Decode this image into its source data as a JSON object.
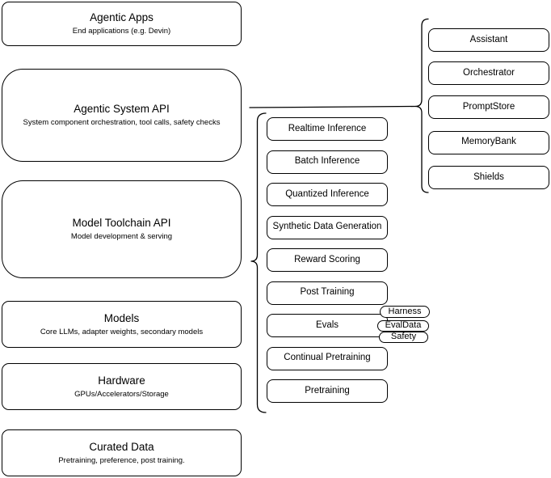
{
  "stack": {
    "layers": [
      {
        "title": "Agentic Apps",
        "subtitle": "End applications (e.g. Devin)"
      },
      {
        "title": "Agentic System API",
        "subtitle": "System component orchestration, tool calls, safety checks"
      },
      {
        "title": "Model Toolchain API",
        "subtitle": "Model development & serving"
      },
      {
        "title": "Models",
        "subtitle": "Core LLMs, adapter weights, secondary models"
      },
      {
        "title": "Hardware",
        "subtitle": "GPUs/Accelerators/Storage"
      },
      {
        "title": "Curated Data",
        "subtitle": "Pretraining, preference, post training."
      }
    ]
  },
  "toolchain": {
    "items": [
      "Realtime Inference",
      "Batch Inference",
      "Quantized Inference",
      "Synthetic Data Generation",
      "Reward Scoring",
      "Post Training",
      "Evals",
      "Continual Pretraining",
      "Pretraining"
    ],
    "evals_tags": [
      "Harness",
      "EvalData",
      "Safety"
    ]
  },
  "system_api": {
    "components": [
      "Assistant",
      "Orchestrator",
      "PromptStore",
      "MemoryBank",
      "Shields"
    ]
  },
  "colors": {
    "stroke": "#000000",
    "fill": "#ffffff",
    "text": "#000000"
  }
}
